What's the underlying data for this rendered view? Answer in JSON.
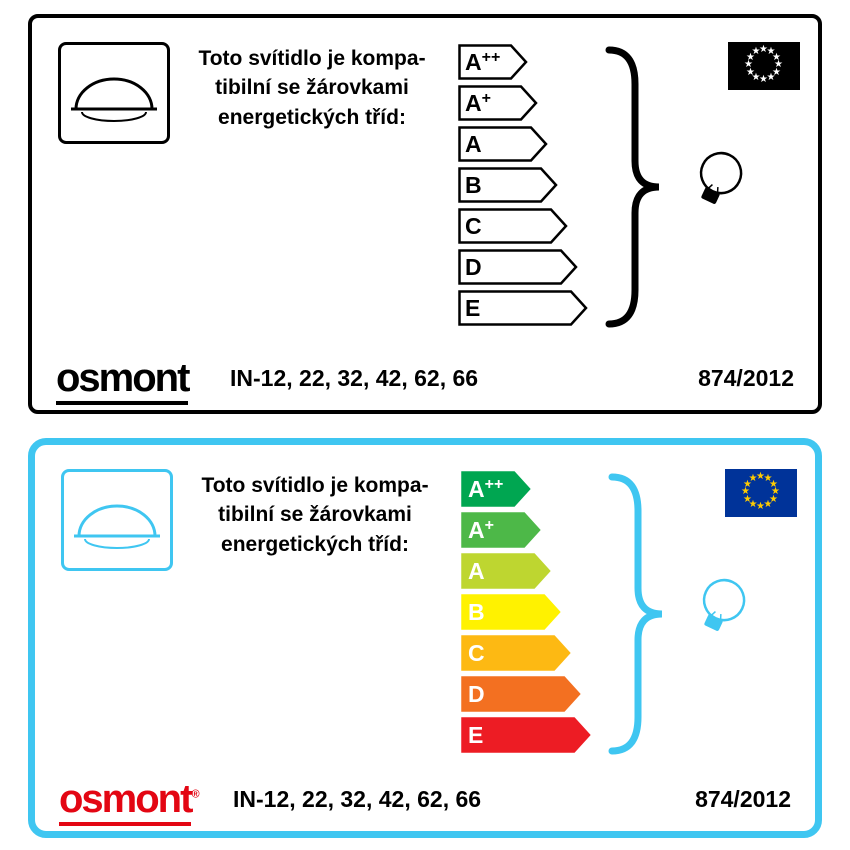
{
  "icons": {
    "eu_star_glyph": "★"
  },
  "labels": [
    {
      "name": "monochrome-label",
      "compat_text_line1": "Toto svítidlo je kompa-",
      "compat_text_line2": "tibilní se žárovkami",
      "compat_text_line3": "energetických tříd:",
      "energy_classes": [
        {
          "label": "A++",
          "fill": "#ffffff",
          "stroke": "#000000",
          "text": "#000000"
        },
        {
          "label": "A+",
          "fill": "#ffffff",
          "stroke": "#000000",
          "text": "#000000"
        },
        {
          "label": "A",
          "fill": "#ffffff",
          "stroke": "#000000",
          "text": "#000000"
        },
        {
          "label": "B",
          "fill": "#ffffff",
          "stroke": "#000000",
          "text": "#000000"
        },
        {
          "label": "C",
          "fill": "#ffffff",
          "stroke": "#000000",
          "text": "#000000"
        },
        {
          "label": "D",
          "fill": "#ffffff",
          "stroke": "#000000",
          "text": "#000000"
        },
        {
          "label": "E",
          "fill": "#ffffff",
          "stroke": "#000000",
          "text": "#000000"
        }
      ],
      "brand": "osmont",
      "logo_mark": "",
      "product_codes": "IN-12, 22, 32, 42, 62, 66",
      "regulation": "874/2012",
      "accent_color": "#000000",
      "border_color": "#000000",
      "logo_color": "#000000",
      "flag_bg": "#000000",
      "flag_star_color": "#ffffff"
    },
    {
      "name": "color-label",
      "compat_text_line1": "Toto svítidlo je kompa-",
      "compat_text_line2": "tibilní se žárovkami",
      "compat_text_line3": "energetických tříd:",
      "energy_classes": [
        {
          "label": "A++",
          "fill": "#00a651",
          "stroke": "#00a651",
          "text": "#ffffff"
        },
        {
          "label": "A+",
          "fill": "#4db848",
          "stroke": "#4db848",
          "text": "#ffffff"
        },
        {
          "label": "A",
          "fill": "#bed630",
          "stroke": "#bed630",
          "text": "#ffffff"
        },
        {
          "label": "B",
          "fill": "#fff200",
          "stroke": "#fff200",
          "text": "#ffffff"
        },
        {
          "label": "C",
          "fill": "#fdb913",
          "stroke": "#fdb913",
          "text": "#ffffff"
        },
        {
          "label": "D",
          "fill": "#f37021",
          "stroke": "#f37021",
          "text": "#ffffff"
        },
        {
          "label": "E",
          "fill": "#ed1c24",
          "stroke": "#ed1c24",
          "text": "#ffffff"
        }
      ],
      "brand": "osmont",
      "logo_mark": "®",
      "product_codes": "IN-12, 22, 32, 42, 62, 66",
      "regulation": "874/2012",
      "accent_color": "#3fc6f1",
      "border_color": "#3fc6f1",
      "logo_color": "#e30613",
      "flag_bg": "#003399",
      "flag_star_color": "#ffcc00"
    }
  ]
}
